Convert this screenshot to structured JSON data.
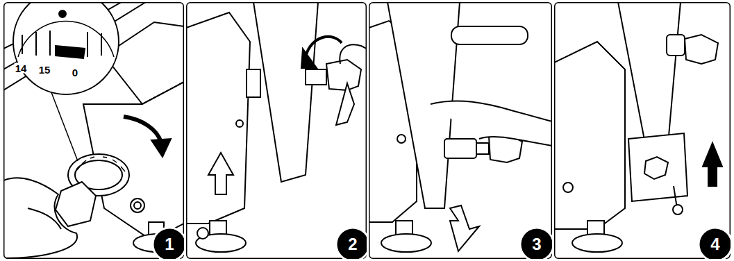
{
  "diagram": {
    "labels": [
      "14",
      "15",
      "0",
      "1",
      "2",
      "3",
      "4"
    ]
  }
}
